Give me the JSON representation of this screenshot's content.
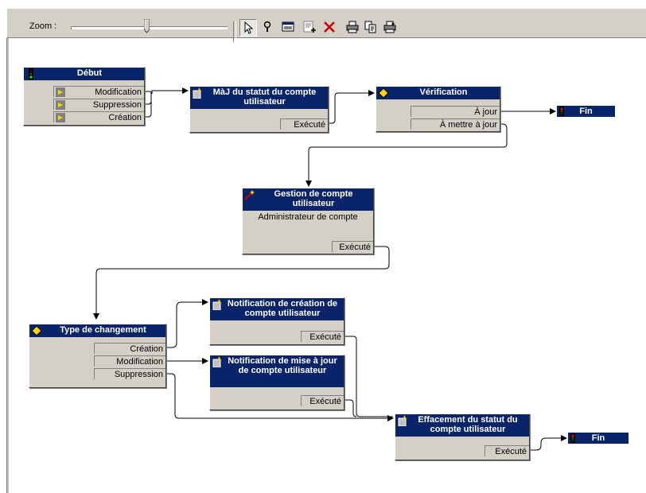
{
  "toolbar": {
    "zoom_label": "Zoom :",
    "zoom_level": 0.48,
    "icons": [
      "pointer-icon",
      "magnifier-icon",
      "window-icon",
      "add-node-icon",
      "delete-icon",
      "print-icon",
      "copy-icon",
      "print-preview-icon"
    ]
  },
  "colors": {
    "title_bg": "#0a246a",
    "panel": "#d4d0c8",
    "delete": "#cc0000"
  },
  "nodes": {
    "debut": {
      "title": "Début",
      "outputs": [
        "Modification",
        "Suppression",
        "Création"
      ]
    },
    "maj": {
      "title": "MàJ du statut du compte utilisateur",
      "outputs": [
        "Exécuté"
      ]
    },
    "verif": {
      "title": "Vérification",
      "outputs": [
        "À jour",
        "À mettre à jour"
      ]
    },
    "fin1": {
      "title": "Fin"
    },
    "gestion": {
      "title": "Gestion de compte utilisateur",
      "body": "Administrateur de compte",
      "outputs": [
        "Exécuté"
      ]
    },
    "type": {
      "title": "Type de changement",
      "outputs": [
        "Création",
        "Modification",
        "Suppression"
      ]
    },
    "notif_creation": {
      "title": "Notification de création de compte utilisateur",
      "outputs": [
        "Exécuté"
      ]
    },
    "notif_maj": {
      "title": "Notification de mise à jour de compte utilisateur",
      "outputs": [
        "Exécuté"
      ]
    },
    "effacement": {
      "title": "Effacement du statut du compte utilisateur",
      "outputs": [
        "Exécuté"
      ]
    },
    "fin2": {
      "title": "Fin"
    }
  }
}
